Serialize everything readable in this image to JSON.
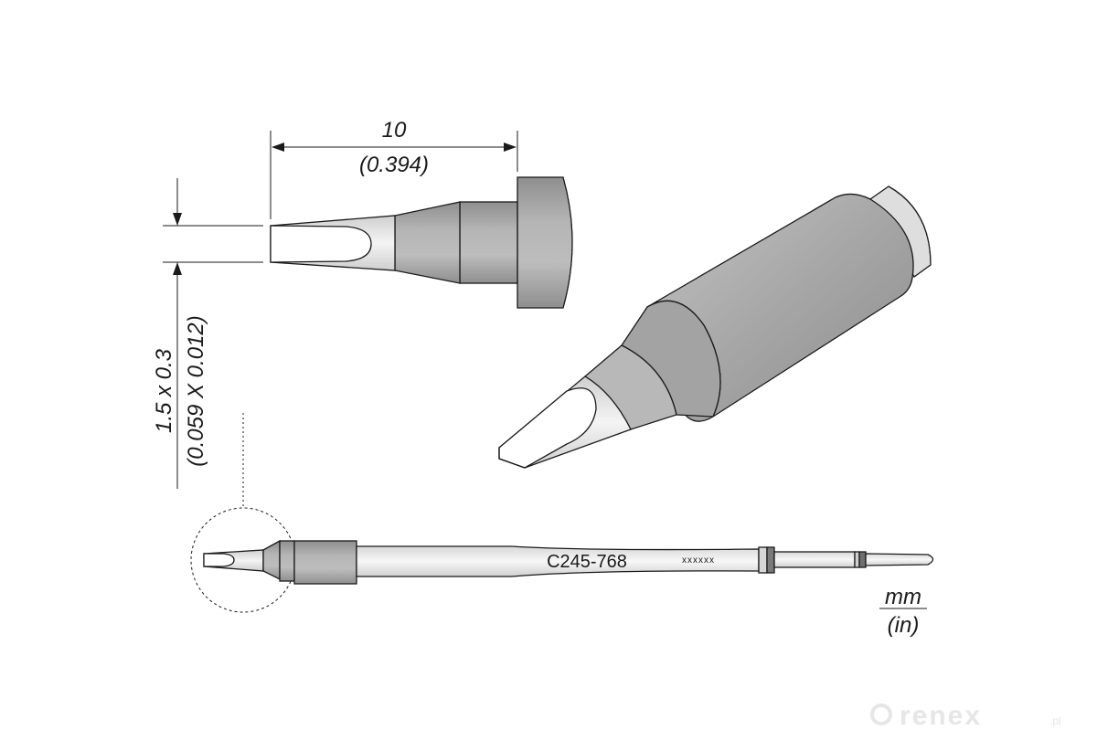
{
  "dimensions": {
    "length_mm": "10",
    "length_in": "(0.394)",
    "tip_mm": "1.5 x 0.3",
    "tip_in": "(0.059 X 0.012)"
  },
  "part": {
    "code": "C245-768",
    "lot_placeholder": "xxxxxx"
  },
  "units": {
    "primary": "mm",
    "secondary": "(in)"
  },
  "watermark": {
    "brand": "renex",
    "suffix": ".pl"
  },
  "colors": {
    "body_gray": "#a9a9a9",
    "light_gray": "#d9d9d9",
    "highlight": "#f2f2f2",
    "outline": "#1a1a1a"
  }
}
